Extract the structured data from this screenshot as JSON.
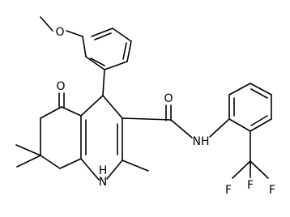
{
  "atoms": {
    "O_methoxy": "O",
    "O_ketone": "O",
    "O_amide": "O",
    "NH_amide": "NH",
    "H_ring": "H",
    "N_ring": "N",
    "F1": "F",
    "F2": "F",
    "F3": "F"
  }
}
